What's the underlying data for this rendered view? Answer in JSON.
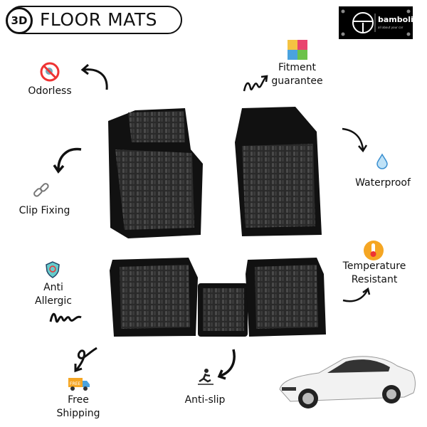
{
  "header": {
    "badge": "3D",
    "title": "FLOOR MATS"
  },
  "brand": {
    "name": "bamboli",
    "tagline": "all about your car"
  },
  "features": [
    {
      "label": "Odorless",
      "icon": "no-odor-icon"
    },
    {
      "label": "Fitment guarantee",
      "line1": "Fitment",
      "line2": "guarantee",
      "icon": "puzzle-icon"
    },
    {
      "label": "Waterproof",
      "icon": "water-drop-icon"
    },
    {
      "label": "Clip Fixing",
      "icon": "chain-link-icon"
    },
    {
      "label": "Temperature Resistant",
      "line1": "Temperature",
      "line2": "Resistant",
      "icon": "thermometer-icon"
    },
    {
      "label": "Anti Allergic",
      "line1": "Anti",
      "line2": "Allergic",
      "icon": "shield-hands-icon"
    },
    {
      "label": "Free Shipping",
      "line1": "Free",
      "line2": "Shipping",
      "icon": "delivery-truck-icon",
      "truck_text": "FREE"
    },
    {
      "label": "Anti-slip",
      "icon": "slipping-person-icon"
    }
  ],
  "colors": {
    "mat": "#1a1a1a",
    "accent_orange": "#f5a623",
    "car": "#f2f2f2"
  }
}
